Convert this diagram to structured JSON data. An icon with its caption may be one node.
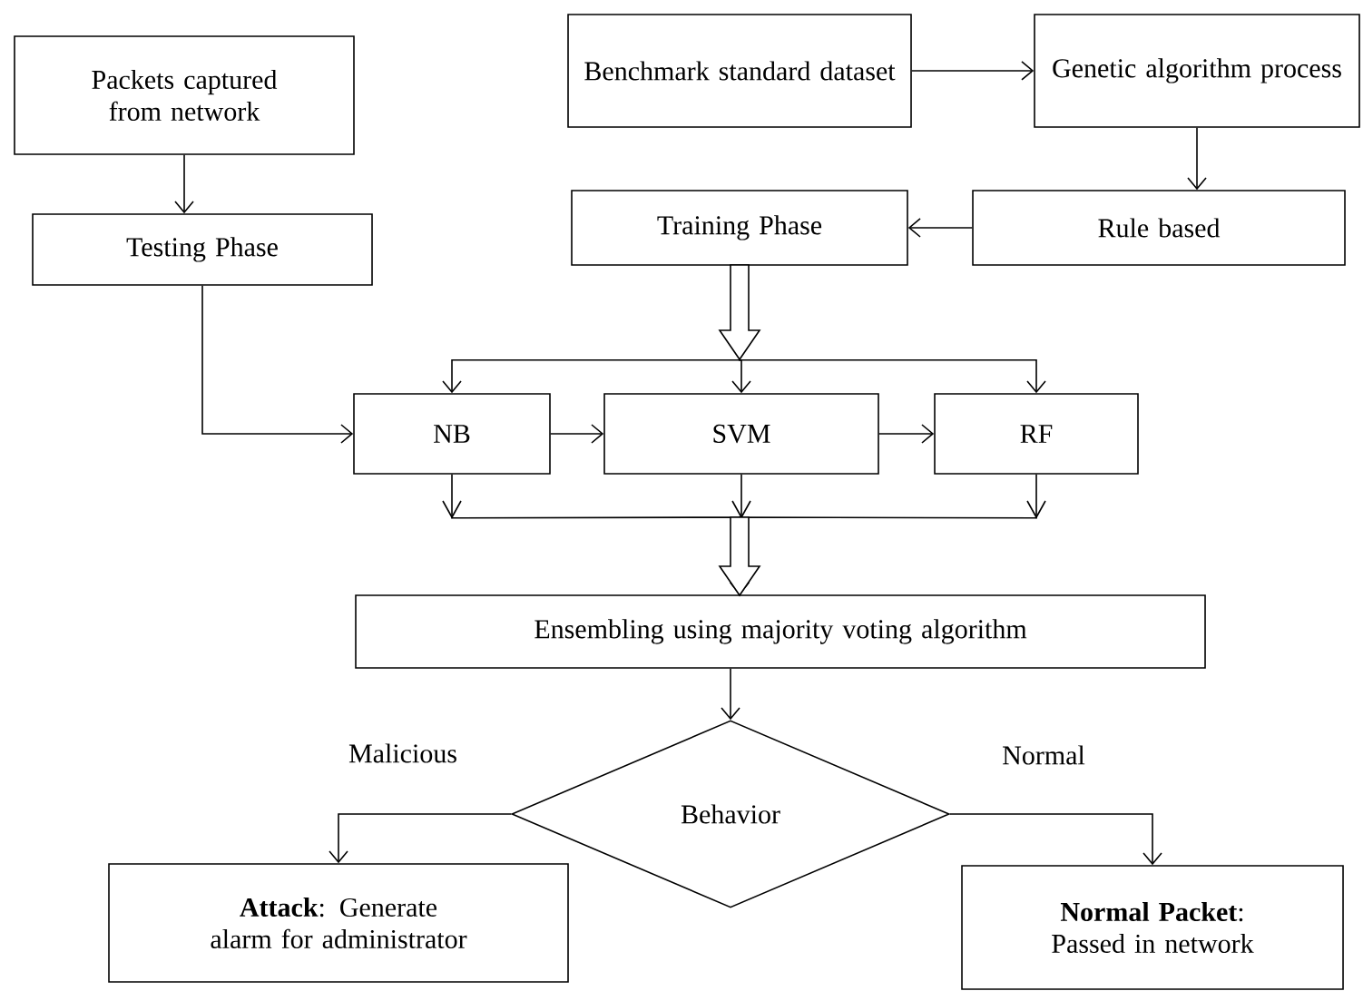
{
  "diagram": {
    "nodes": [
      {
        "text": [
          "Packets captured from network"
        ]
      },
      {
        "text": [
          "Testing Phase"
        ]
      },
      {
        "text": [
          "Benchmark standard dataset"
        ]
      },
      {
        "text": [
          "Genetic algorithm process"
        ]
      },
      {
        "text": [
          "Training Phase"
        ]
      },
      {
        "text": [
          "Rule based"
        ]
      },
      {
        "text": [
          "NB"
        ]
      },
      {
        "text": [
          "SVM"
        ]
      },
      {
        "text": [
          "RF"
        ]
      },
      {
        "text": [
          "Ensembling using majority voting algorithm"
        ]
      },
      {
        "text": [
          "Behavior"
        ]
      },
      {
        "text": [
          "**Attack**: Generate alarm for administrator"
        ]
      },
      {
        "text": [
          "**Normal Packet**: Passed in network"
        ]
      }
    ],
    "edges": [
      {
        "from": 0,
        "to": 1,
        "arrow": "to"
      },
      {
        "from": 1,
        "to": 6,
        "arrow": "to"
      },
      {
        "from": 2,
        "to": 3,
        "arrow": "to"
      },
      {
        "from": 3,
        "to": 5,
        "arrow": "to"
      },
      {
        "from": 5,
        "to": 4,
        "arrow": "to"
      },
      {
        "from": 4,
        "to": 6,
        "arrow": "to"
      },
      {
        "from": 4,
        "to": 7,
        "arrow": "to"
      },
      {
        "from": 4,
        "to": 8,
        "arrow": "to"
      },
      {
        "from": 6,
        "to": 7,
        "arrow": "to"
      },
      {
        "from": 7,
        "to": 8,
        "arrow": "to"
      },
      {
        "from": 6,
        "to": 9,
        "arrow": "to"
      },
      {
        "from": 7,
        "to": 9,
        "arrow": "to"
      },
      {
        "from": 8,
        "to": 9,
        "arrow": "to"
      },
      {
        "from": 9,
        "to": 10,
        "arrow": "to"
      },
      {
        "from": 10,
        "to": 11,
        "arrow": "to",
        "label": "Malicious"
      },
      {
        "from": 10,
        "to": 12,
        "arrow": "to",
        "label": "Normal"
      }
    ]
  }
}
